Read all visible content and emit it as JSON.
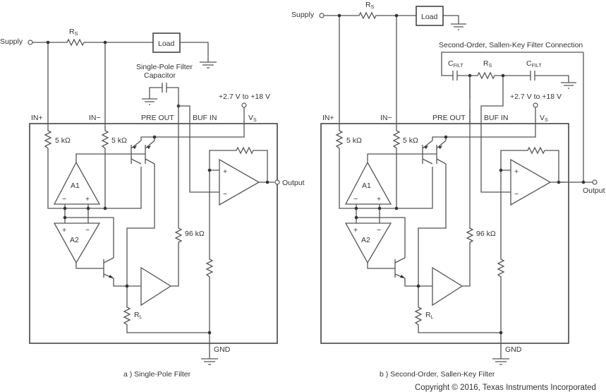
{
  "common": {
    "supply": "Supply",
    "rs": "R",
    "rs_sub": "S",
    "load": "Load",
    "in_plus": "IN+",
    "in_minus": "IN−",
    "pre_out": "PRE OUT",
    "buf_in": "BUF IN",
    "vs": "V",
    "vs_sub": "S",
    "vs_range": "+2.7 V to +18 V",
    "r_in": "5 kΩ",
    "r_96k": "96 kΩ",
    "rl": "R",
    "rl_sub": "L",
    "a1": "A1",
    "a2": "A2",
    "plus": "+",
    "minus": "−",
    "output": "Output",
    "gnd": "GND"
  },
  "panel_a": {
    "caption": "a )  Single-Pole Filter",
    "cap_label_1": "Single-Pole Filter",
    "cap_label_2": "Capacitor"
  },
  "panel_b": {
    "caption": "b )  Second-Order, Sallen-Key Filter",
    "connection_label": "Second-Order, Sallen-Key Filter Connection",
    "cfilt": "C",
    "cfilt_sub": "FILT"
  },
  "copyright": "Copyright © 2016, Texas Instruments Incorporated"
}
